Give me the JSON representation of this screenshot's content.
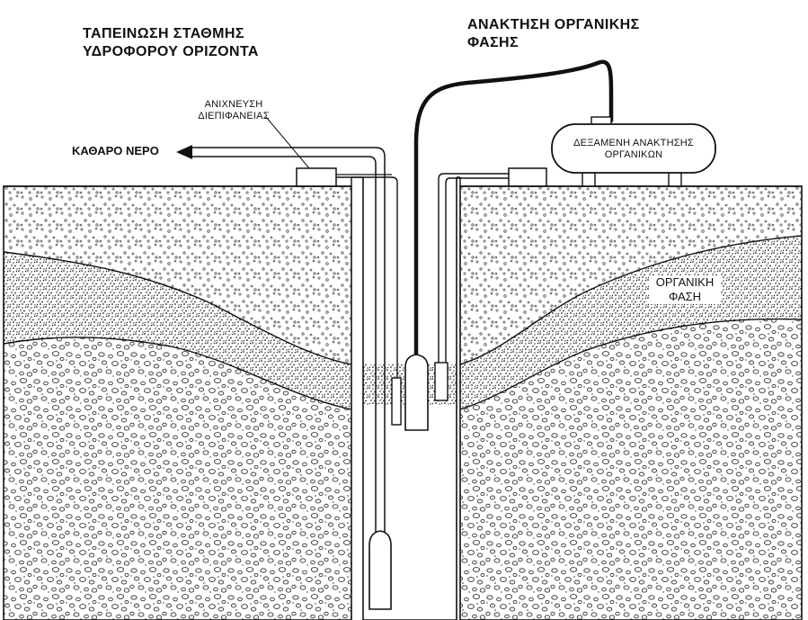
{
  "labels": {
    "title_left_line1": "ΤΑΠΕΙΝΩΣΗ ΣΤΑΘΜΗΣ",
    "title_left_line2": "ΥΔΡΟΦΟΡΟΥ ΟΡΙΖΟΝΤΑ",
    "title_right_line1": "ΑΝΑΚΤΗΣΗ ΟΡΓΑΝΙΚΗΣ",
    "title_right_line2": "ΦΑΣΗΣ",
    "interface_detection_line1": "ΑΝΙΧΝΕΥΣΗ",
    "interface_detection_line2": "ΔΙΕΠΙΦΑΝΕΙΑΣ",
    "clean_water": "ΚΑΘΑΡΟ ΝΕΡΟ",
    "tank_line1": "ΔΕΞΑΜΕΝΗ ΑΝΑΚΤΗΣΗΣ",
    "tank_line2": "ΟΡΓΑΝΙΚΩΝ",
    "organic_phase_line1": "ΟΡΓΑΝΙΚΗ",
    "organic_phase_line2": "ΦΑΣΗ"
  },
  "colors": {
    "ink": "#111111",
    "background": "#ffffff",
    "soil_dots": "#555555",
    "organic_speckle": "#222222"
  }
}
